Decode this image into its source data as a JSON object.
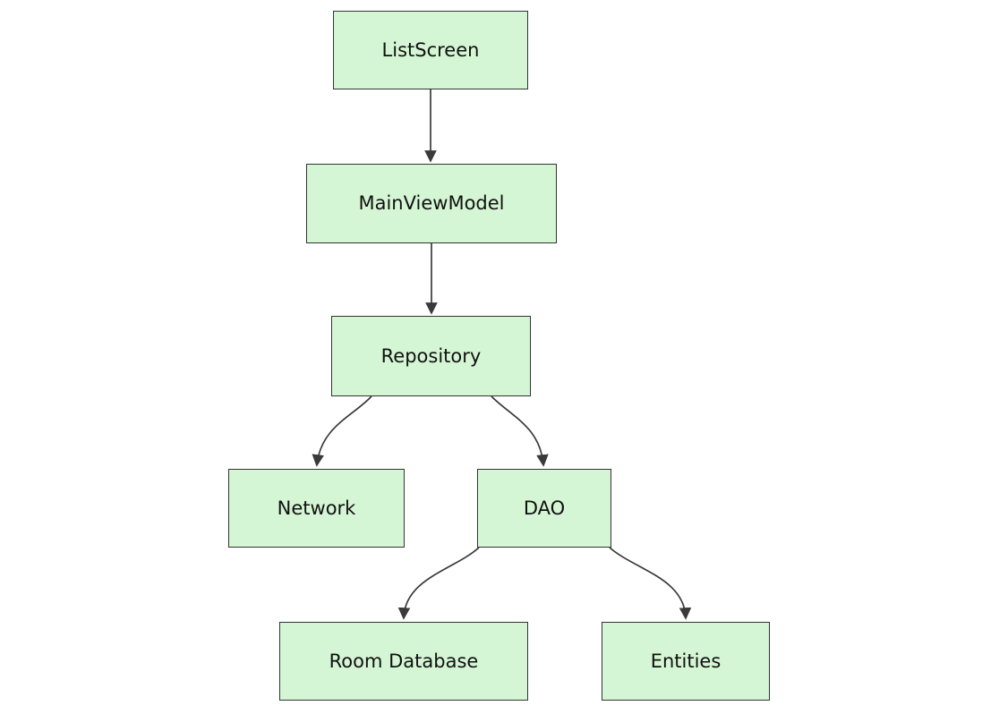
{
  "diagram": {
    "type": "flowchart",
    "direction": "top-down",
    "nodes": [
      {
        "id": "ListScreen",
        "label": "ListScreen"
      },
      {
        "id": "MainViewModel",
        "label": "MainViewModel"
      },
      {
        "id": "Repository",
        "label": "Repository"
      },
      {
        "id": "Network",
        "label": "Network"
      },
      {
        "id": "DAO",
        "label": "DAO"
      },
      {
        "id": "RoomDatabase",
        "label": "Room Database"
      },
      {
        "id": "Entities",
        "label": "Entities"
      }
    ],
    "edges": [
      {
        "from": "ListScreen",
        "to": "MainViewModel",
        "style": "arrow"
      },
      {
        "from": "MainViewModel",
        "to": "Repository",
        "style": "arrow"
      },
      {
        "from": "Repository",
        "to": "Network",
        "style": "arrow"
      },
      {
        "from": "Repository",
        "to": "DAO",
        "style": "arrow"
      },
      {
        "from": "DAO",
        "to": "RoomDatabase",
        "style": "arrow"
      },
      {
        "from": "DAO",
        "to": "Entities",
        "style": "arrow"
      }
    ],
    "colors": {
      "node_fill": "#d5f6d5",
      "node_border": "#333333",
      "edge": "#3a3a3a",
      "text": "#111111",
      "background": "#ffffff"
    }
  }
}
